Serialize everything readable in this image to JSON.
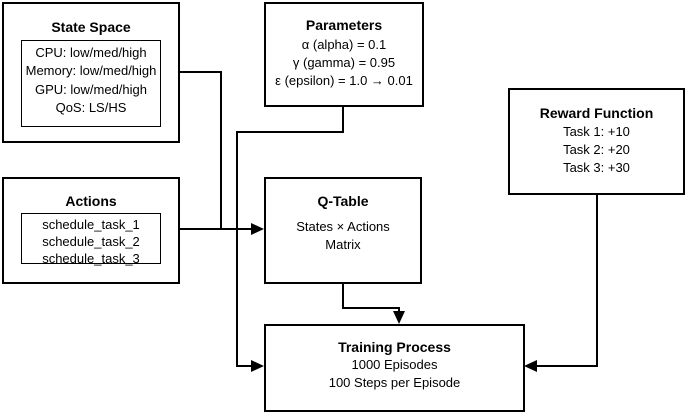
{
  "state_space": {
    "title": "State Space",
    "items": [
      "CPU: low/med/high",
      "Memory: low/med/high",
      "GPU: low/med/high",
      "QoS: LS/HS"
    ]
  },
  "actions": {
    "title": "Actions",
    "items": [
      "schedule_task_1",
      "schedule_task_2",
      "schedule_task_3"
    ]
  },
  "parameters": {
    "title": "Parameters",
    "items": [
      "α (alpha) = 0.1",
      "γ (gamma) = 0.95",
      "ε (epsilon) = 1.0 → 0.01"
    ]
  },
  "q_table": {
    "title": "Q-Table",
    "items": [
      "States × Actions",
      "Matrix"
    ]
  },
  "reward_function": {
    "title": "Reward Function",
    "items": [
      "Task 1: +10",
      "Task 2: +20",
      "Task 3: +30"
    ]
  },
  "training_process": {
    "title": "Training Process",
    "items": [
      "1000 Episodes",
      "100 Steps per Episode"
    ]
  }
}
